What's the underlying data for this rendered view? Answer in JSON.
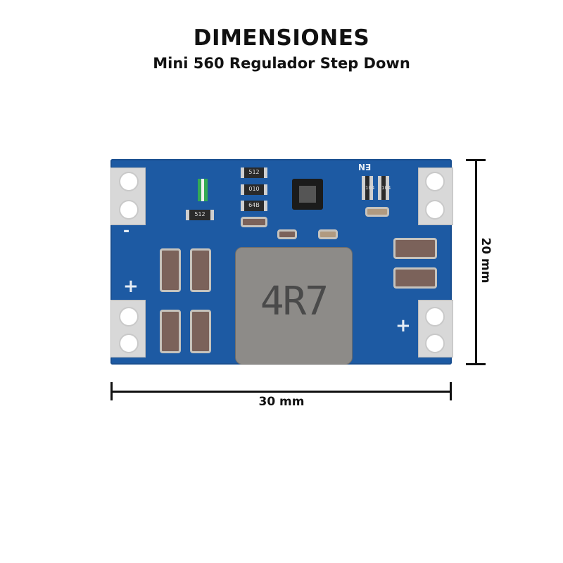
{
  "header": {
    "title": "DIMENSIONES",
    "subtitle": "Mini 560 Regulador Step Down"
  },
  "dimensions": {
    "width_label": "30 mm",
    "height_label": "20 mm"
  },
  "board": {
    "inductor_marking": "4R7",
    "enable_label": "EN",
    "resistor_markings": [
      "512",
      "010",
      "64B",
      "512",
      "104",
      "104"
    ],
    "plus_left": "+",
    "plus_right": "+",
    "minus_left": "-"
  },
  "colors": {
    "pcb": "#1d5aa3",
    "text": "#111111"
  }
}
